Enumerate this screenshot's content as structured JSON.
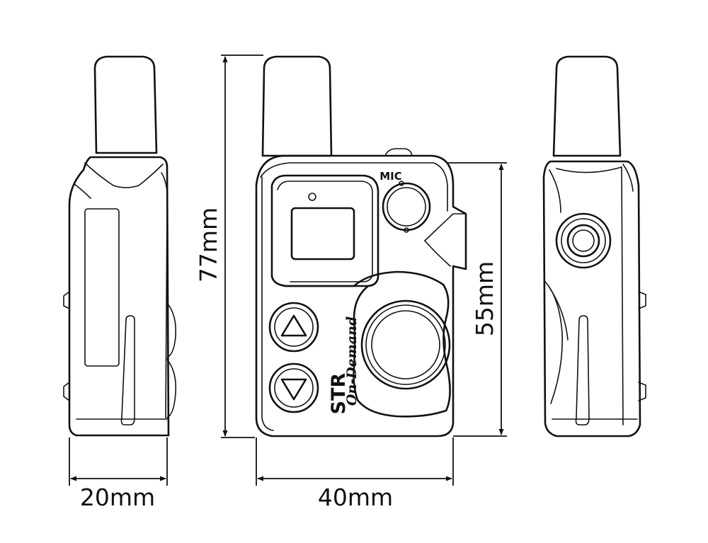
{
  "dimensions": {
    "height_total": "77mm",
    "height_body": "55mm",
    "width_front": "40mm",
    "depth_side": "20mm"
  },
  "labels": {
    "mic": "MIC",
    "brand_main": "STR",
    "brand_sub": "On-Demand"
  },
  "colors": {
    "line": "#111111",
    "background": "#ffffff"
  }
}
